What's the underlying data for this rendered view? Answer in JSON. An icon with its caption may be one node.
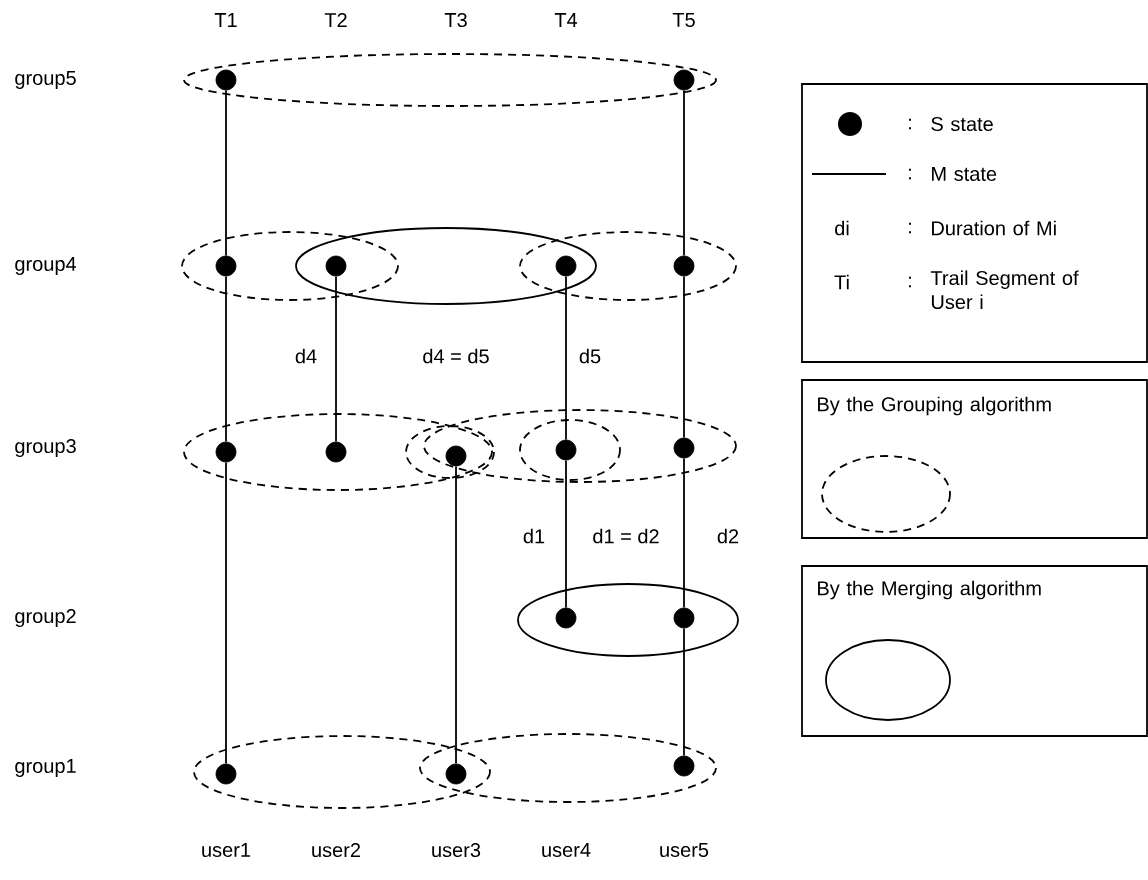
{
  "diagram": {
    "nodes": [
      {
        "text": [],
        "shape": "circle"
      },
      {
        "text": [],
        "shape": "circle"
      },
      {
        "text": [],
        "shape": "circle"
      },
      {
        "text": [],
        "shape": "circle"
      },
      {
        "text": [],
        "shape": "circle"
      },
      {
        "text": [],
        "shape": "circle"
      },
      {
        "text": [],
        "shape": "circle"
      },
      {
        "text": [],
        "shape": "circle"
      },
      {
        "text": [],
        "shape": "circle"
      },
      {
        "text": [],
        "shape": "circle"
      },
      {
        "text": [],
        "shape": "circle"
      },
      {
        "text": [],
        "shape": "circle"
      },
      {
        "text": [],
        "shape": "circle"
      },
      {
        "text": [],
        "shape": "circle"
      },
      {
        "text": [],
        "shape": "circle"
      },
      {
        "text": [],
        "shape": "circle"
      }
    ],
    "edges": [
      {
        "from": 0,
        "to": 2,
        "arrow": "none"
      },
      {
        "from": 2,
        "to": 6,
        "arrow": "none"
      },
      {
        "from": 6,
        "to": 13,
        "arrow": "none"
      },
      {
        "from": 3,
        "to": 7,
        "arrow": "none"
      },
      {
        "from": 8,
        "to": 14,
        "arrow": "none"
      },
      {
        "from": 4,
        "to": 9,
        "arrow": "none"
      },
      {
        "from": 9,
        "to": 11,
        "arrow": "none"
      },
      {
        "from": 1,
        "to": 5,
        "arrow": "none"
      },
      {
        "from": 5,
        "to": 10,
        "arrow": "none"
      },
      {
        "from": 10,
        "to": 12,
        "arrow": "none"
      },
      {
        "from": 12,
        "to": 15,
        "arrow": "none"
      }
    ],
    "labels": [
      "T1",
      "T2",
      "T3",
      "T4",
      "T5",
      "group5",
      "group4",
      "d4",
      "d4 = d5",
      "d5",
      "group3",
      "d1",
      "d1 = d2",
      "d2",
      "group2",
      "group1",
      "user1",
      "user2",
      "user3",
      "user4",
      "user5",
      ":",
      ":",
      "di",
      ":",
      "Ti",
      ":"
    ],
    "legend": [
      {
        "text": "S state"
      },
      {
        "text": "M state"
      },
      {
        "text": "Duration of Mi"
      },
      {
        "text": "Trail Segment of User i"
      },
      {
        "text": "By the Grouping algorithm"
      },
      {
        "text": "By the Merging algorithm"
      }
    ]
  }
}
